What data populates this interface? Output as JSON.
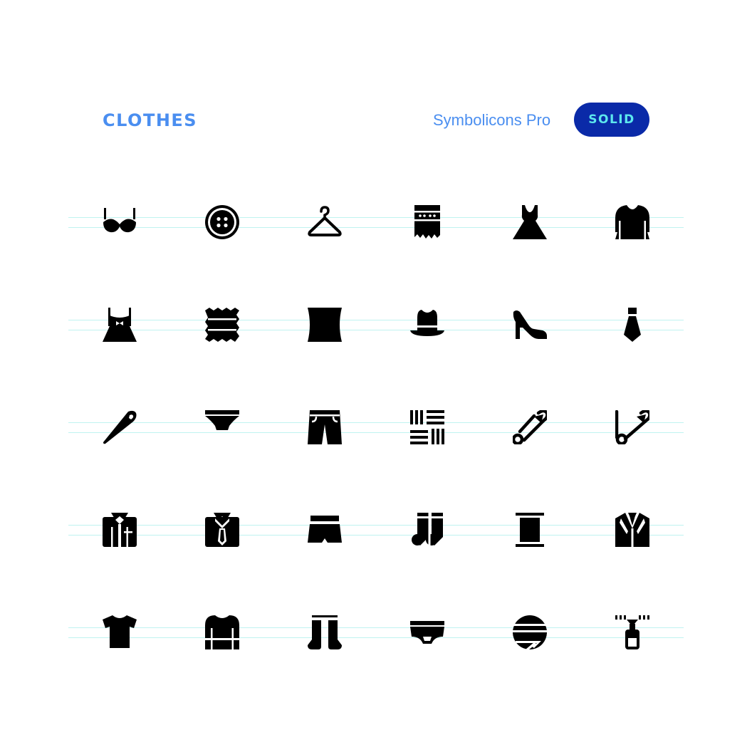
{
  "header": {
    "title": "CLOTHES",
    "brand": "Symbolicons Pro",
    "badge": "SOLID"
  },
  "colors": {
    "title": "#4a8ef0",
    "brand": "#4a8ef0",
    "badge_bg": "#0a2aa8",
    "badge_text": "#5ce8ee",
    "guide": "#bff3f0",
    "icon": "#000000"
  },
  "icons": [
    [
      "bra-icon",
      "button-icon",
      "hanger-icon",
      "fabric-tag-icon",
      "dress-icon",
      "sweater-dress-icon"
    ],
    [
      "apron-dress-icon",
      "fabric-swatch-icon",
      "fabric-bolt-icon",
      "hat-icon",
      "high-heel-icon",
      "necktie-icon"
    ],
    [
      "sewing-needle-icon",
      "panties-icon",
      "shorts-icon",
      "textile-pattern-icon",
      "safety-pin-icon",
      "open-safety-pin-icon"
    ],
    [
      "folded-shirt-icon",
      "folded-shirt-tie-icon",
      "boxer-shorts-icon",
      "socks-icon",
      "thread-spool-icon",
      "suit-jacket-icon"
    ],
    [
      "t-shirt-icon",
      "long-sleeve-shirt-icon",
      "stockings-icon",
      "briefs-icon",
      "yarn-ball-icon",
      "zipper-icon"
    ]
  ]
}
